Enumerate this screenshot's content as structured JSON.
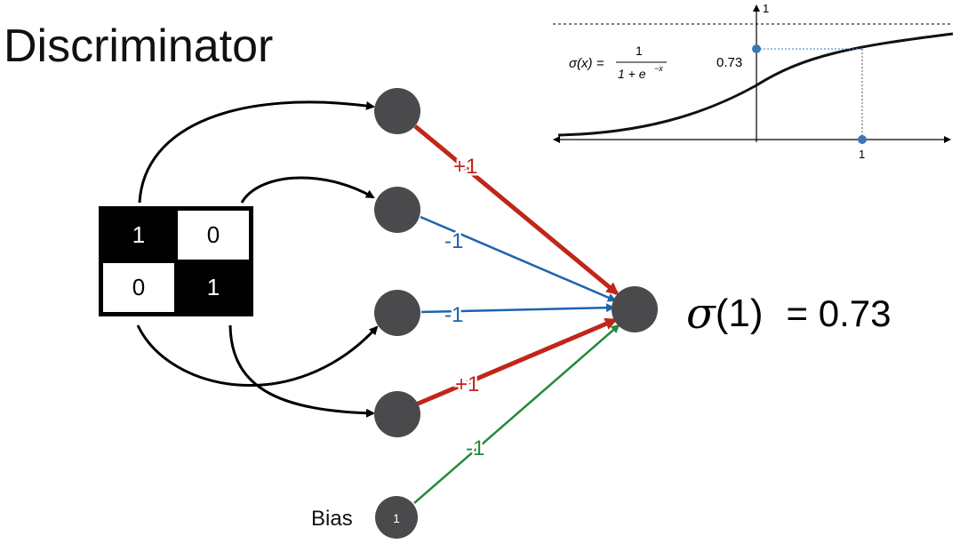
{
  "title": "Discriminator",
  "image_grid": {
    "cells": [
      {
        "value": "1",
        "shade": "dark"
      },
      {
        "value": "0",
        "shade": "light"
      },
      {
        "value": "0",
        "shade": "light"
      },
      {
        "value": "1",
        "shade": "dark"
      }
    ]
  },
  "weights": [
    {
      "label": "+1",
      "color": "#c0261a"
    },
    {
      "label": "-1",
      "color": "#1d63b0"
    },
    {
      "label": "-1",
      "color": "#1d63b0"
    },
    {
      "label": "+1",
      "color": "#c0261a"
    },
    {
      "label": "-1",
      "color": "#238a3c"
    }
  ],
  "bias": {
    "label": "Bias",
    "node_value": "1"
  },
  "output": {
    "expression_symbol": "σ",
    "expression_arg": "(1)",
    "result": "= 0.73"
  },
  "sigmoid_plot": {
    "formula_lhs": "σ(x) =",
    "formula_numerator": "1",
    "formula_denominator": "1 + e",
    "formula_exponent": "−x",
    "y_tick_top": "1",
    "y_marker_label": "0.73",
    "x_marker_label": "1",
    "point_color": "#3a78b5"
  },
  "colors": {
    "node": "#4a4a4d",
    "positive": "#c0261a",
    "negative": "#1d63b0",
    "bias_edge": "#238a3c"
  }
}
